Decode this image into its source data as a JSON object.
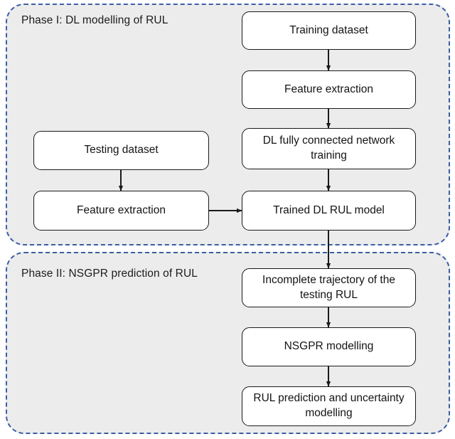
{
  "figure": {
    "type": "flowchart",
    "orientation": "top-to-bottom",
    "background_color": "#ffffff",
    "phase_fill_color": "#ececec",
    "phase_border_color": "#3b5ea5",
    "node_fill_color": "#ffffff",
    "node_border_color": "#1a1a1a",
    "arrow_color": "#1a1a1a"
  },
  "phases": [
    {
      "id": "phase-1",
      "label": "Phase I: DL modelling of RUL"
    },
    {
      "id": "phase-2",
      "label": "Phase II: NSGPR prediction of RUL"
    }
  ],
  "nodes": [
    {
      "id": "training-dataset",
      "label": "Training dataset",
      "phase": "phase-1"
    },
    {
      "id": "feature-extraction-training",
      "label": "Feature extraction",
      "phase": "phase-1"
    },
    {
      "id": "dl-network-training",
      "label": "DL fully connected network training",
      "phase": "phase-1"
    },
    {
      "id": "testing-dataset",
      "label": "Testing dataset",
      "phase": "phase-1"
    },
    {
      "id": "feature-extraction-testing",
      "label": "Feature extraction",
      "phase": "phase-1"
    },
    {
      "id": "trained-dl-rul-model",
      "label": "Trained DL RUL model",
      "phase": "phase-1"
    },
    {
      "id": "incomplete-trajectory",
      "label": "Incomplete trajectory of the testing RUL",
      "phase": "phase-2"
    },
    {
      "id": "nsgpr-modelling",
      "label": "NSGPR modelling",
      "phase": "phase-2"
    },
    {
      "id": "rul-prediction",
      "label": "RUL prediction and uncertainty modelling",
      "phase": "phase-2"
    }
  ],
  "edges": [
    {
      "id": "edge-1",
      "from": "training-dataset",
      "to": "feature-extraction-training",
      "direction": "down"
    },
    {
      "id": "edge-2",
      "from": "feature-extraction-training",
      "to": "dl-network-training",
      "direction": "down"
    },
    {
      "id": "edge-3",
      "from": "dl-network-training",
      "to": "trained-dl-rul-model",
      "direction": "down"
    },
    {
      "id": "edge-4",
      "from": "testing-dataset",
      "to": "feature-extraction-testing",
      "direction": "down"
    },
    {
      "id": "edge-5",
      "from": "feature-extraction-testing",
      "to": "trained-dl-rul-model",
      "direction": "right"
    },
    {
      "id": "edge-6",
      "from": "trained-dl-rul-model",
      "to": "incomplete-trajectory",
      "direction": "down"
    },
    {
      "id": "edge-7",
      "from": "incomplete-trajectory",
      "to": "nsgpr-modelling",
      "direction": "down"
    },
    {
      "id": "edge-8",
      "from": "nsgpr-modelling",
      "to": "rul-prediction",
      "direction": "down"
    }
  ]
}
